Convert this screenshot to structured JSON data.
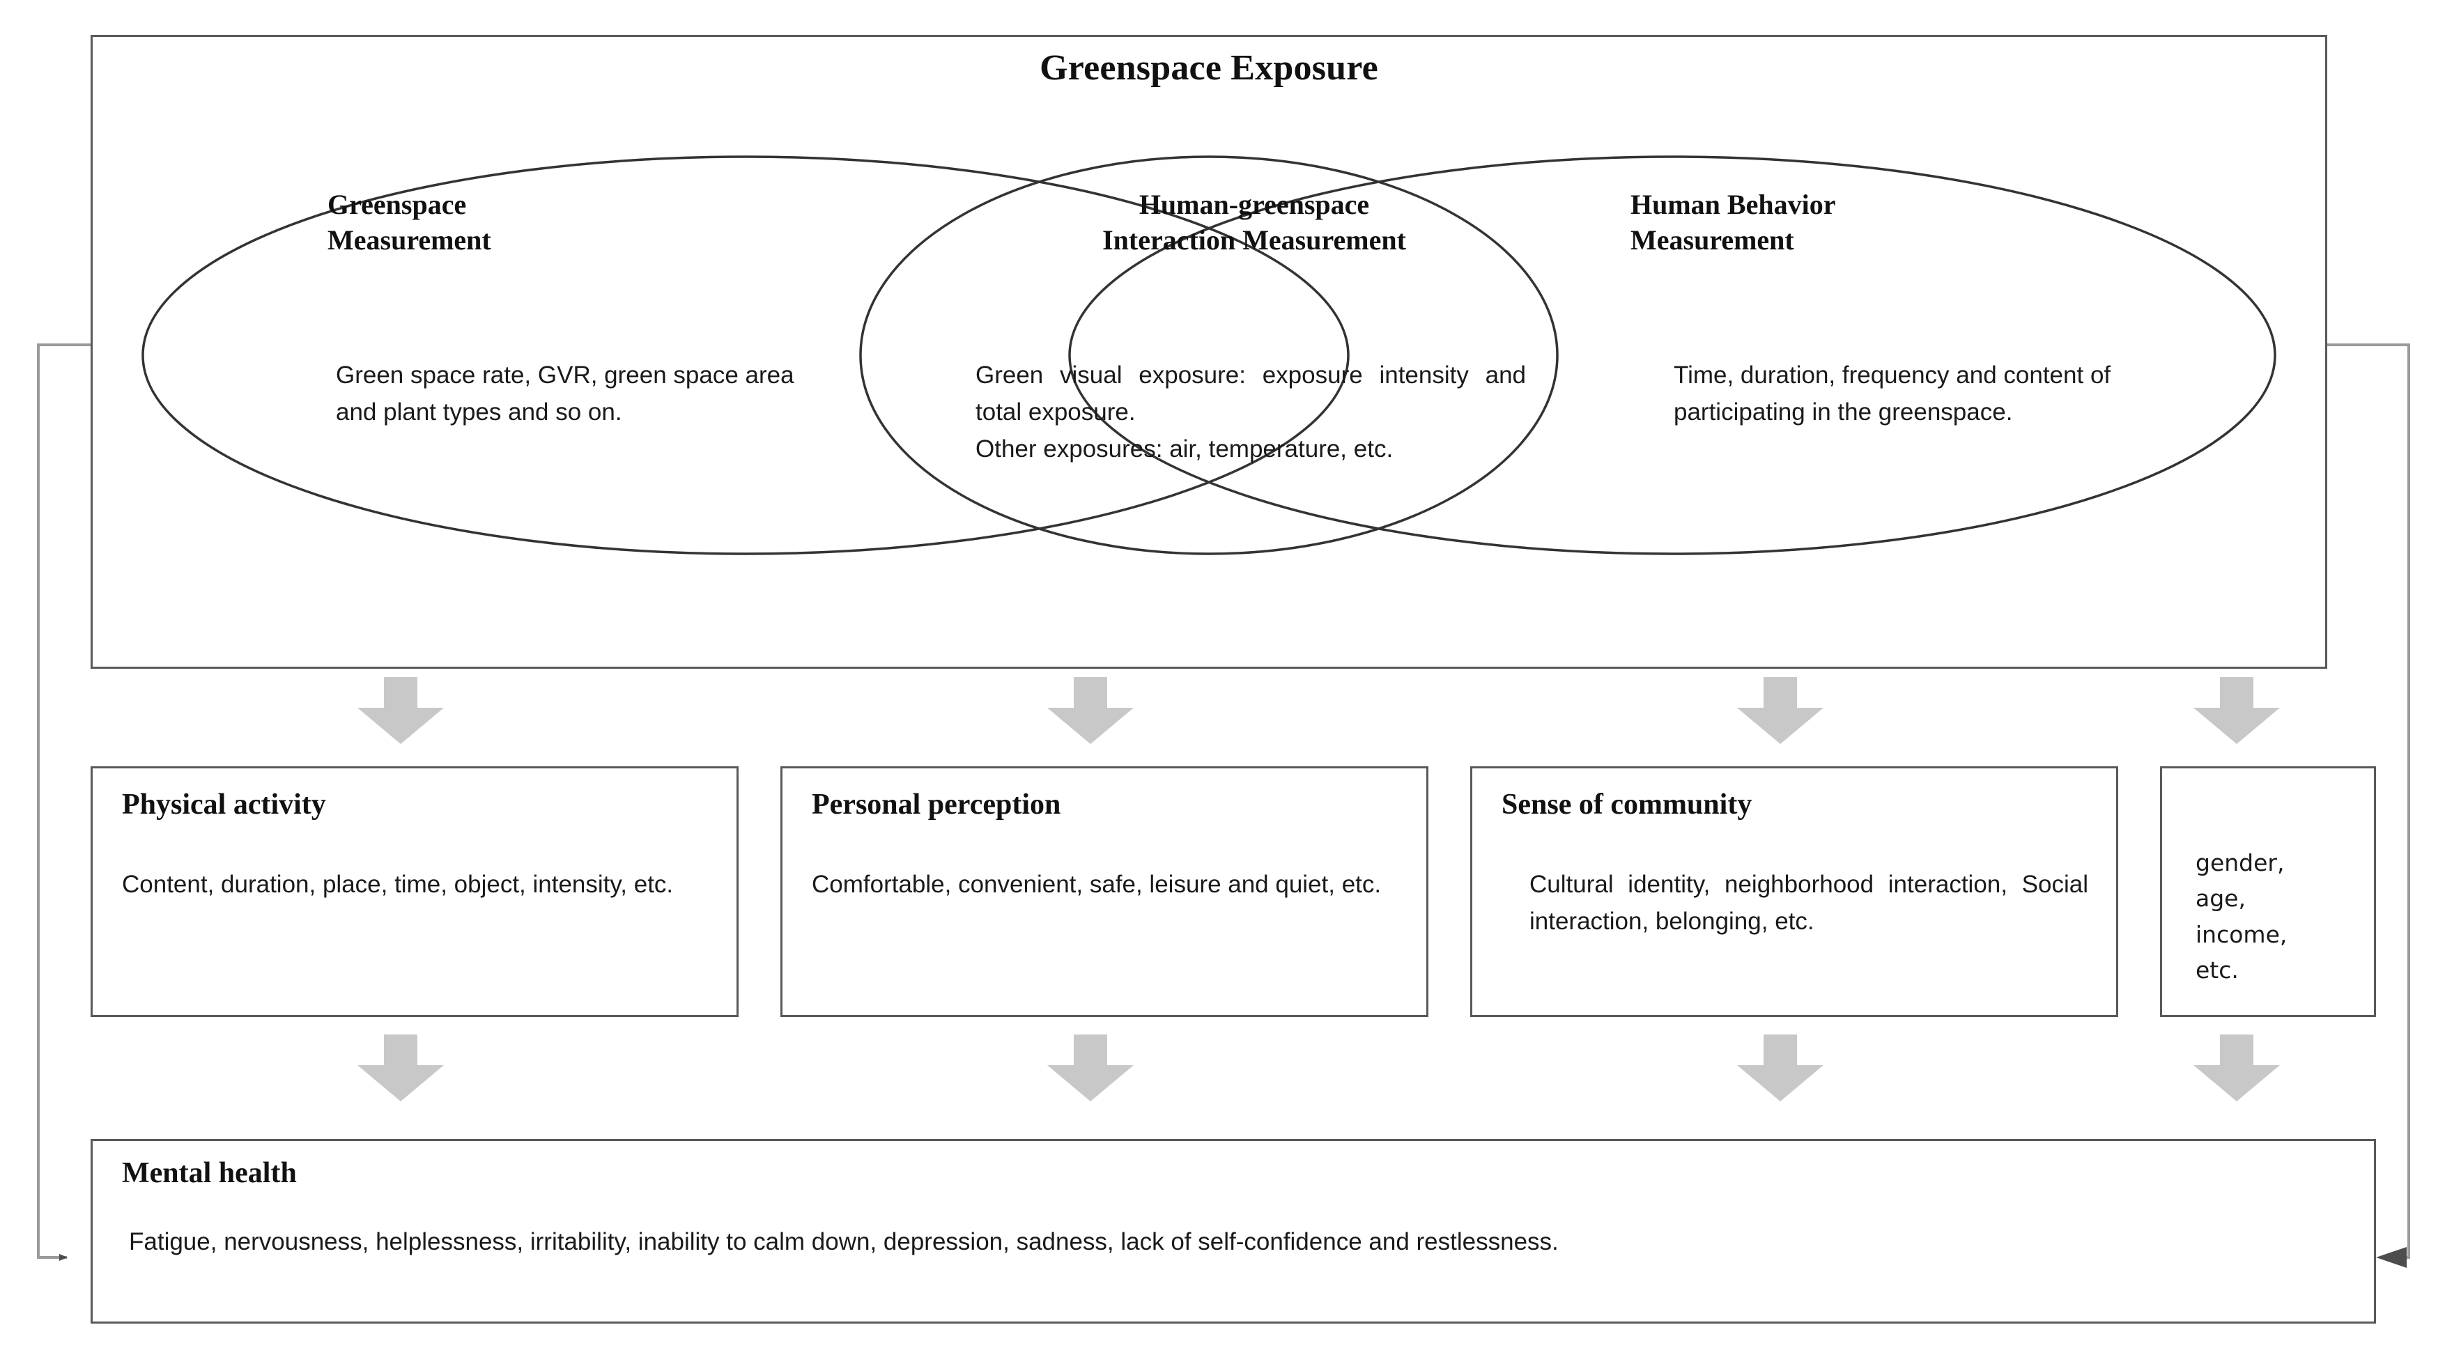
{
  "diagram": {
    "title": "Greenspace Exposure",
    "colors": {
      "frame_stroke": "#595959",
      "ellipse_stroke": "#333333",
      "arrow_fill": "#c8c8c8",
      "loop_stroke": "#9a9a9a",
      "loop_arrow": "#4d4d4d",
      "text": "#1a1a1a"
    }
  },
  "venn": {
    "ellipses": [
      {
        "id": "greenspace-measurement",
        "heading": "Greenspace\nMeasurement",
        "heading_lines": [
          "Greenspace",
          "Measurement"
        ],
        "body_paragraphs": [
          "Green space rate, GVR, green space area and plant types and so on."
        ]
      },
      {
        "id": "human-greenspace-interaction-measurement",
        "heading": "Human-greenspace\nInteraction Measurement",
        "heading_lines": [
          "Human-greenspace",
          "Interaction Measurement"
        ],
        "body_paragraphs": [
          "Green visual exposure: exposure intensity and total exposure.",
          "Other exposures: air, temperature, etc."
        ]
      },
      {
        "id": "human-behavior-measurement",
        "heading": "Human Behavior\nMeasurement",
        "heading_lines": [
          "Human Behavior",
          "Measurement"
        ],
        "body_paragraphs": [
          "Time, duration, frequency and content of participating in the greenspace."
        ]
      }
    ]
  },
  "outcome_cards": [
    {
      "id": "physical-activity",
      "title": "Physical activity",
      "body": "Content, duration, place, time, object, intensity, etc."
    },
    {
      "id": "personal-perception",
      "title": "Personal perception",
      "body": "Comfortable, convenient, safe, leisure and quiet, etc."
    },
    {
      "id": "sense-of-community",
      "title": "Sense of community",
      "body": "Cultural identity, neighborhood interaction, Social interaction, belonging, etc."
    },
    {
      "id": "demographics",
      "title": "",
      "body": "gender,\nage,\nincome,\netc.",
      "body_lines": [
        "gender,",
        "age,",
        "income,",
        "etc."
      ]
    }
  ],
  "outcome_box": {
    "id": "mental-health",
    "title": "Mental health",
    "body": "Fatigue, nervousness, helplessness, irritability, inability to calm down, depression, sadness, lack of self-confidence and restlessness."
  },
  "flow": {
    "arrows_row1": [
      "down-arrow",
      "down-arrow",
      "down-arrow",
      "down-arrow"
    ],
    "arrows_row2": [
      "down-arrow",
      "down-arrow",
      "down-arrow",
      "down-arrow"
    ],
    "feedback_left": "feedback-loop-left",
    "feedback_right": "feedback-loop-right"
  }
}
